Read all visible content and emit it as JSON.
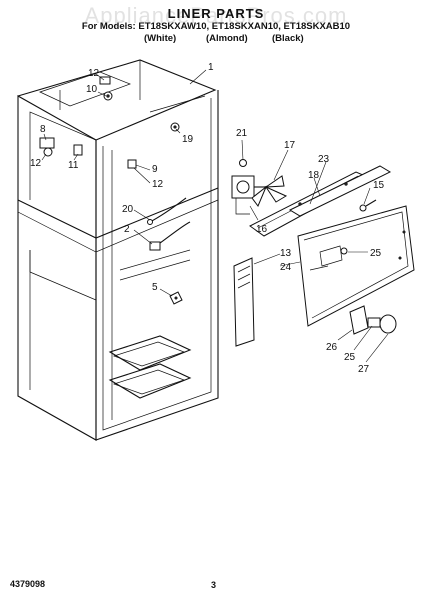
{
  "watermark": "AppliancePartsPros.com",
  "header": {
    "title": "LINER PARTS",
    "models_line": "For Models: ET18SKXAW10, ET18SKXAN10, ET18SKXAB10",
    "variants": [
      "(White)",
      "(Almond)",
      "(Black)"
    ]
  },
  "callouts": {
    "c1": "1",
    "c2": "2",
    "c5": "5",
    "c8": "8",
    "c9": "9",
    "c10": "10",
    "c11": "11",
    "c12a": "12",
    "c12b": "12",
    "c12c": "12",
    "c13": "13",
    "c15": "15",
    "c16": "16",
    "c17": "17",
    "c18": "18",
    "c19": "19",
    "c20": "20",
    "c21": "21",
    "c23": "23",
    "c24": "24",
    "c25a": "25",
    "c25b": "25",
    "c26": "26",
    "c27": "27"
  },
  "footer": {
    "doc_number": "4379098",
    "page_number": "3"
  }
}
